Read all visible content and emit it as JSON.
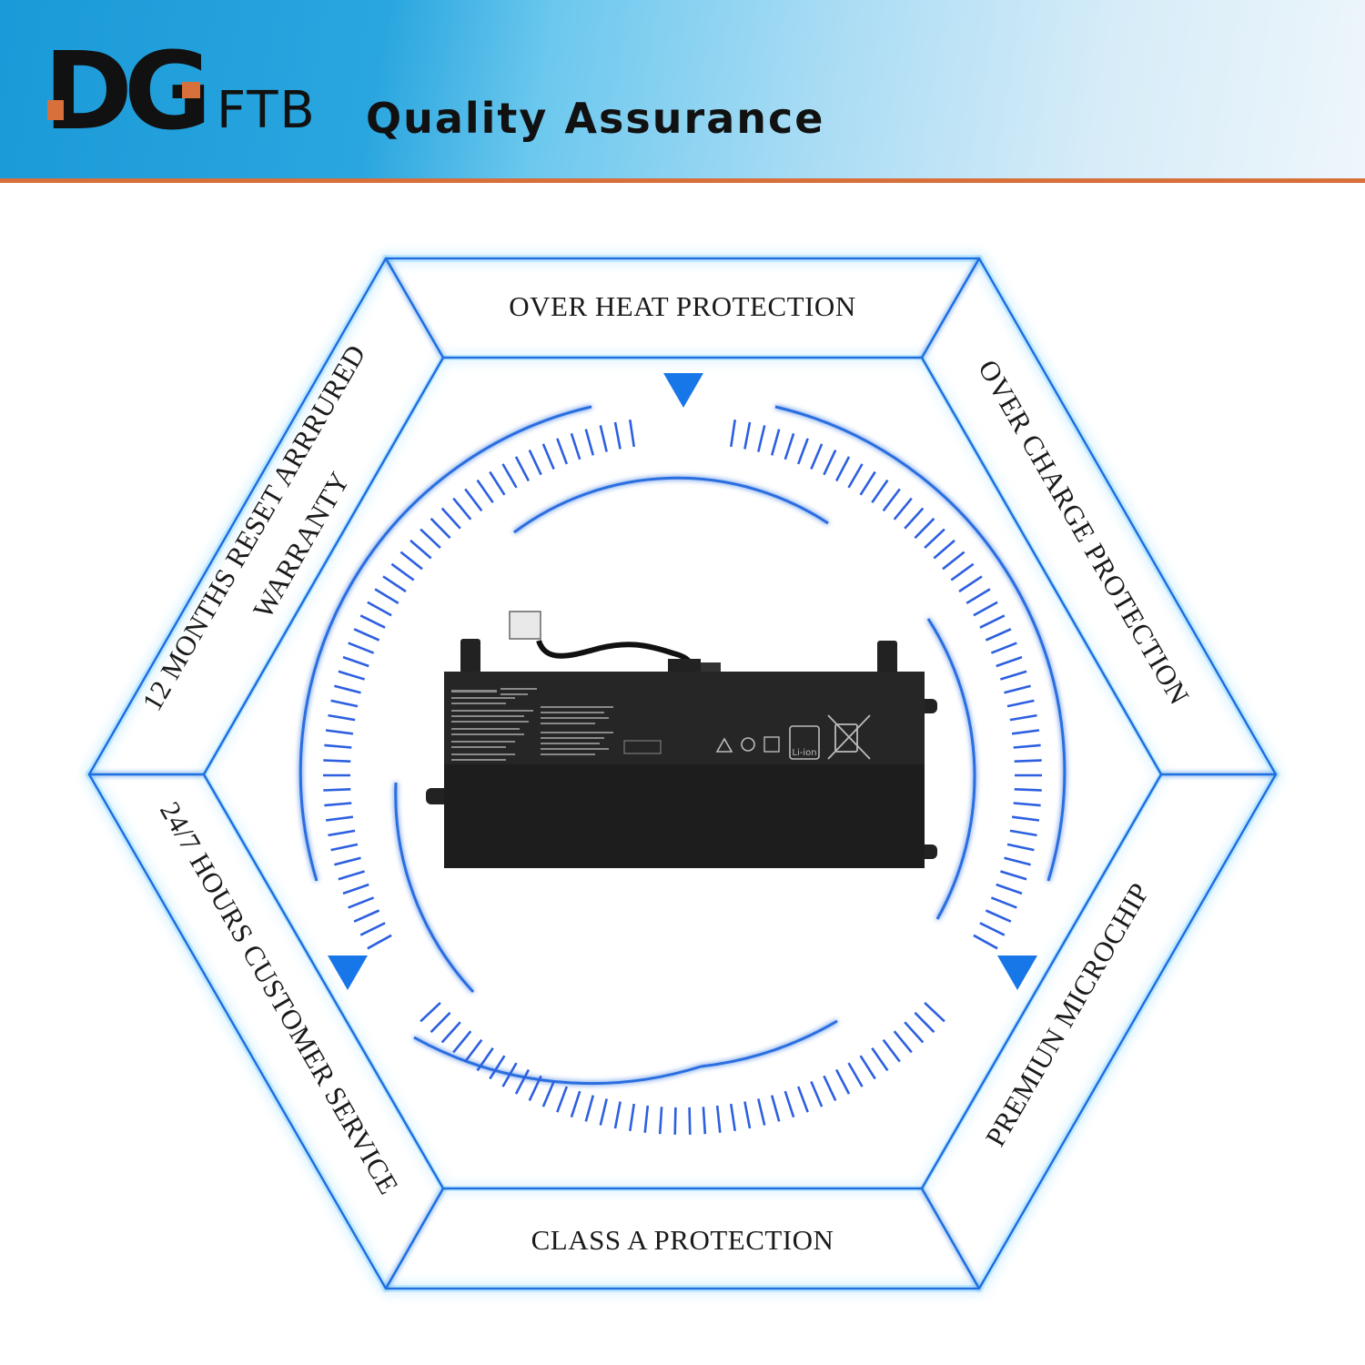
{
  "brand": {
    "logo_main": "DG",
    "logo_sub": "FTB",
    "headline": "Quality Assurance",
    "colors": {
      "accent": "#d8703c",
      "blue": "#1f6fe0",
      "glow": "#5cc8ff"
    }
  },
  "features": {
    "top": "OVER HEAT PROTECTION",
    "upper_right": "OVER CHARGE PROTECTION",
    "lower_right": "PREMIUN MICROCHIP",
    "bottom": "CLASS A PROTECTION",
    "lower_left": "24/7 HOURS CUSTOMER SERVICE",
    "upper_left_line1": "12 MONTHS RESET ARRRURED",
    "upper_left_line2": "WARRANTY"
  },
  "product": {
    "image": "laptop-battery",
    "badge": "Li-ion"
  }
}
